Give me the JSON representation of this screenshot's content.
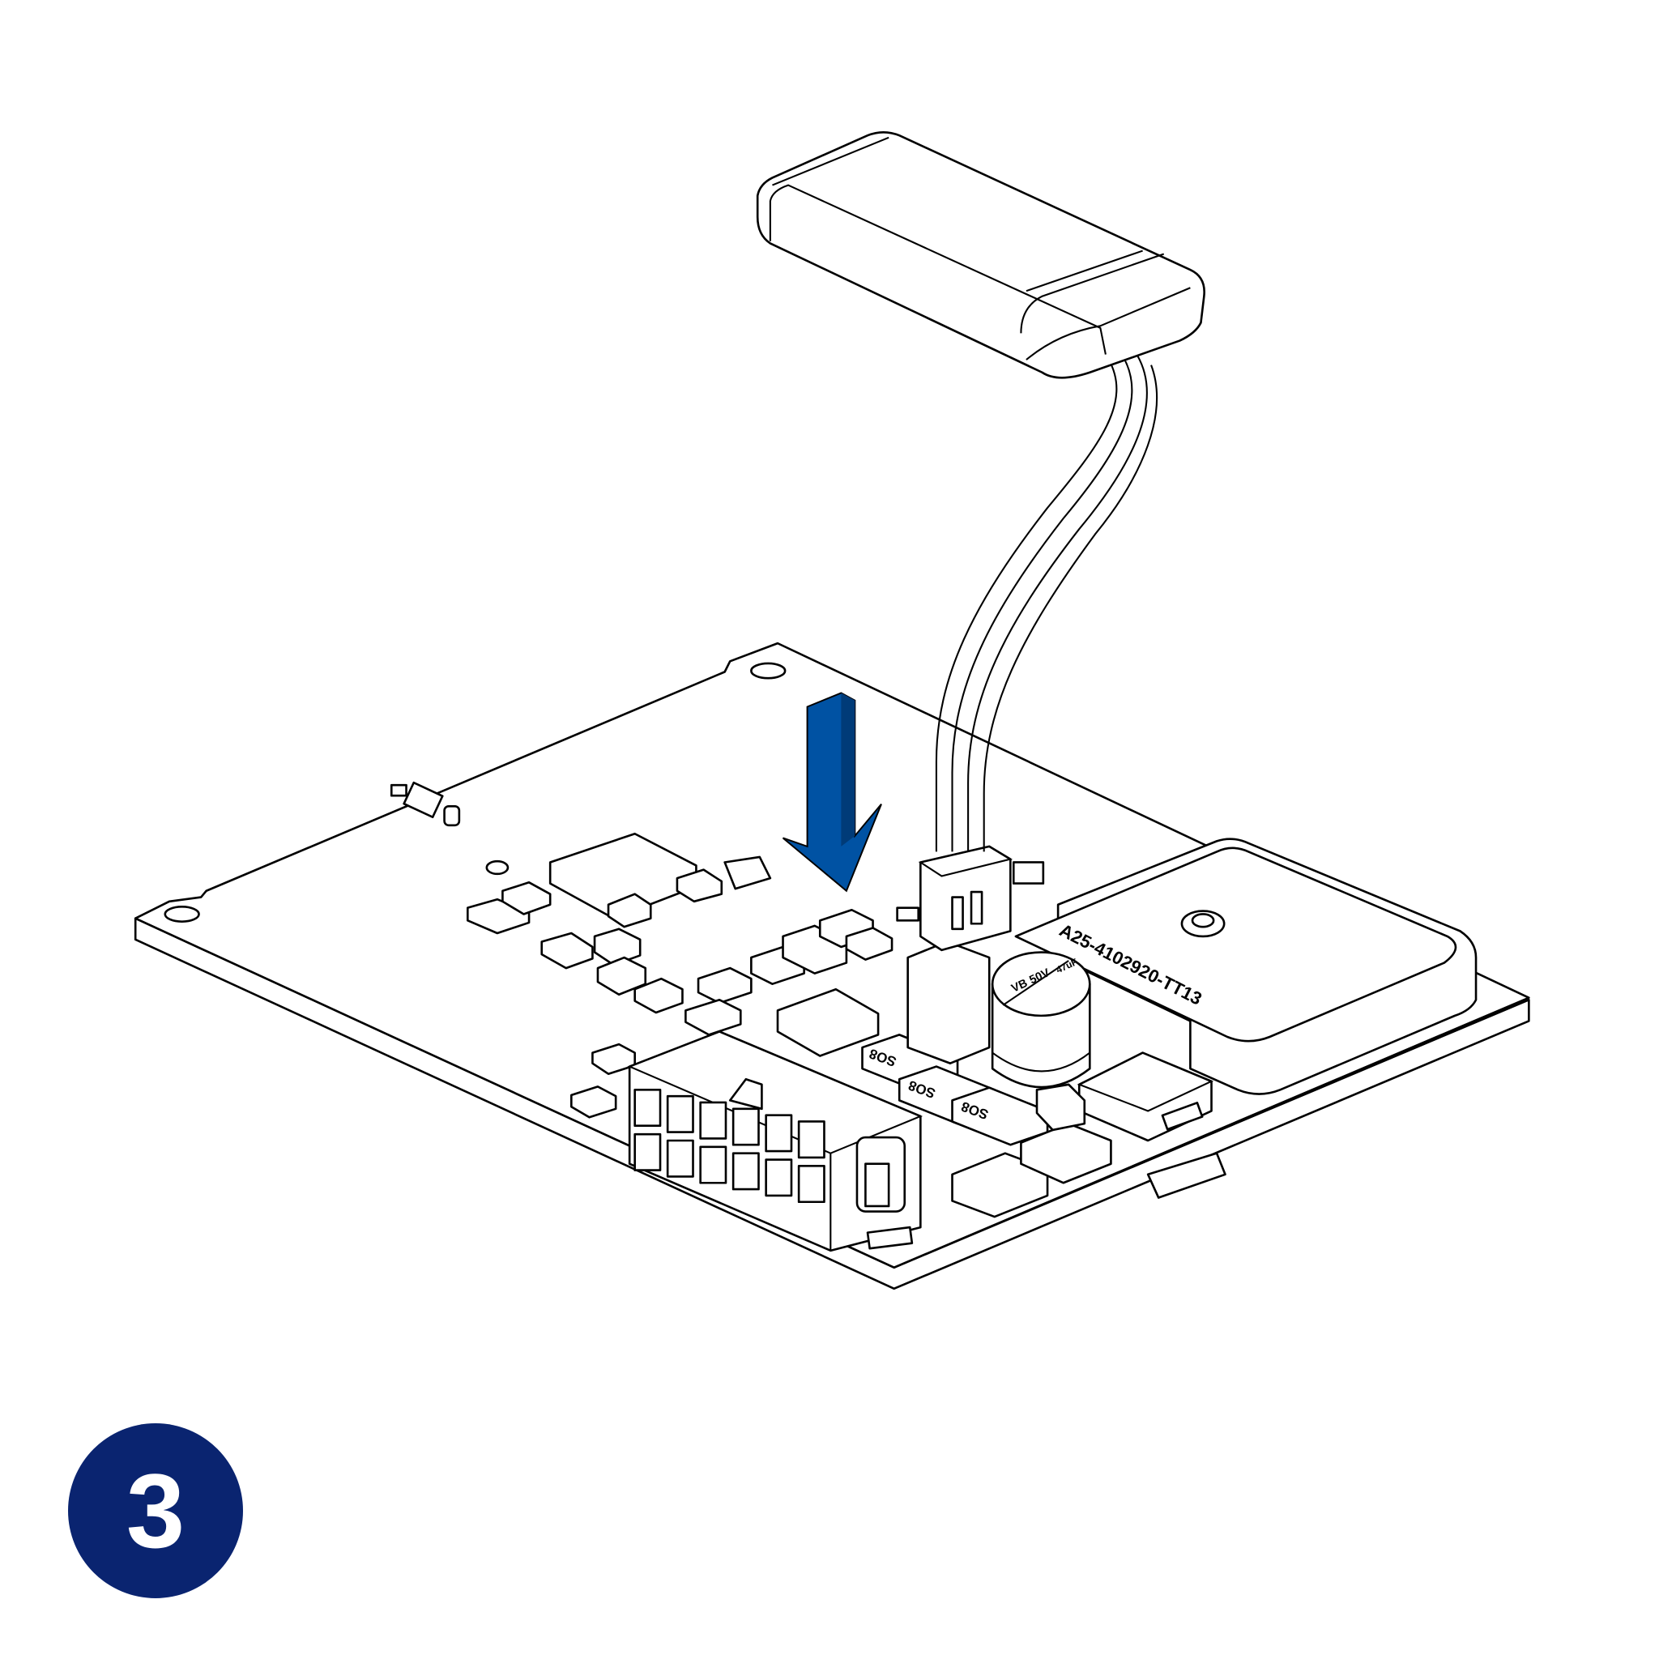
{
  "step": {
    "number": "3"
  },
  "labels": {
    "module_label": "A25-4102920-TT13",
    "capacitor_value": "47uF",
    "capacitor_voltage": "50V",
    "capacitor_code": "VB",
    "chip_marking": "SO8"
  },
  "colors": {
    "arrow": "#0052A3",
    "badge": "#0A2470",
    "line": "#000000"
  },
  "icons": {
    "arrow": "arrow-down-icon"
  }
}
